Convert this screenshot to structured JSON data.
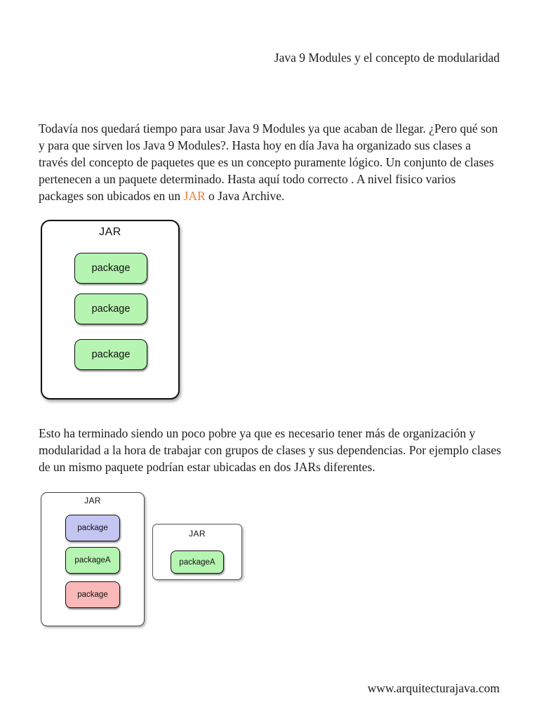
{
  "header": {
    "title": "Java 9 Modules y el concepto de modularidad"
  },
  "paragraphs": {
    "p1_before_link": "Todavía nos quedará tiempo para usar Java 9 Modules ya que acaban de llegar. ¿Pero qué son y para que sirven los Java 9 Modules?. Hasta hoy en día Java ha organizado sus clases a través del concepto de paquetes que es un concepto puramente lógico. Un conjunto de clases pertenecen a un paquete determinado. Hasta aquí todo correcto . A nivel fisico varios packages son ubicados en un ",
    "p1_link": "JAR",
    "p1_after_link": " o Java Archive.",
    "p2": "Esto ha terminado siendo un poco pobre ya que es necesario tener más de organización y modularidad a la hora de trabajar con grupos de clases y sus dependencias. Por ejemplo clases de un mismo paquete podrían estar ubicadas en dos JARs diferentes."
  },
  "diagram1": {
    "jar_label": "JAR",
    "packages": [
      {
        "label": "package",
        "color": "#b6f5b1"
      },
      {
        "label": "package",
        "color": "#b6f5b1"
      },
      {
        "label": "package",
        "color": "#b6f5b1"
      }
    ]
  },
  "diagram2": {
    "left_jar": {
      "jar_label": "JAR",
      "packages": [
        {
          "label": "package",
          "color": "#c5c5f2"
        },
        {
          "label": "packageA",
          "color": "#b6f5b1"
        },
        {
          "label": "package",
          "color": "#fab8b8"
        }
      ]
    },
    "right_jar": {
      "jar_label": "JAR",
      "packages": [
        {
          "label": "packageA",
          "color": "#b6f5b1"
        }
      ]
    }
  },
  "footer": {
    "url": "www.arquitecturajava.com"
  },
  "colors": {
    "link_orange": "#e67e3b",
    "package_green": "#b6f5b1",
    "package_purple": "#c5c5f2",
    "package_pink": "#fab8b8",
    "text": "#1c1c1c"
  }
}
